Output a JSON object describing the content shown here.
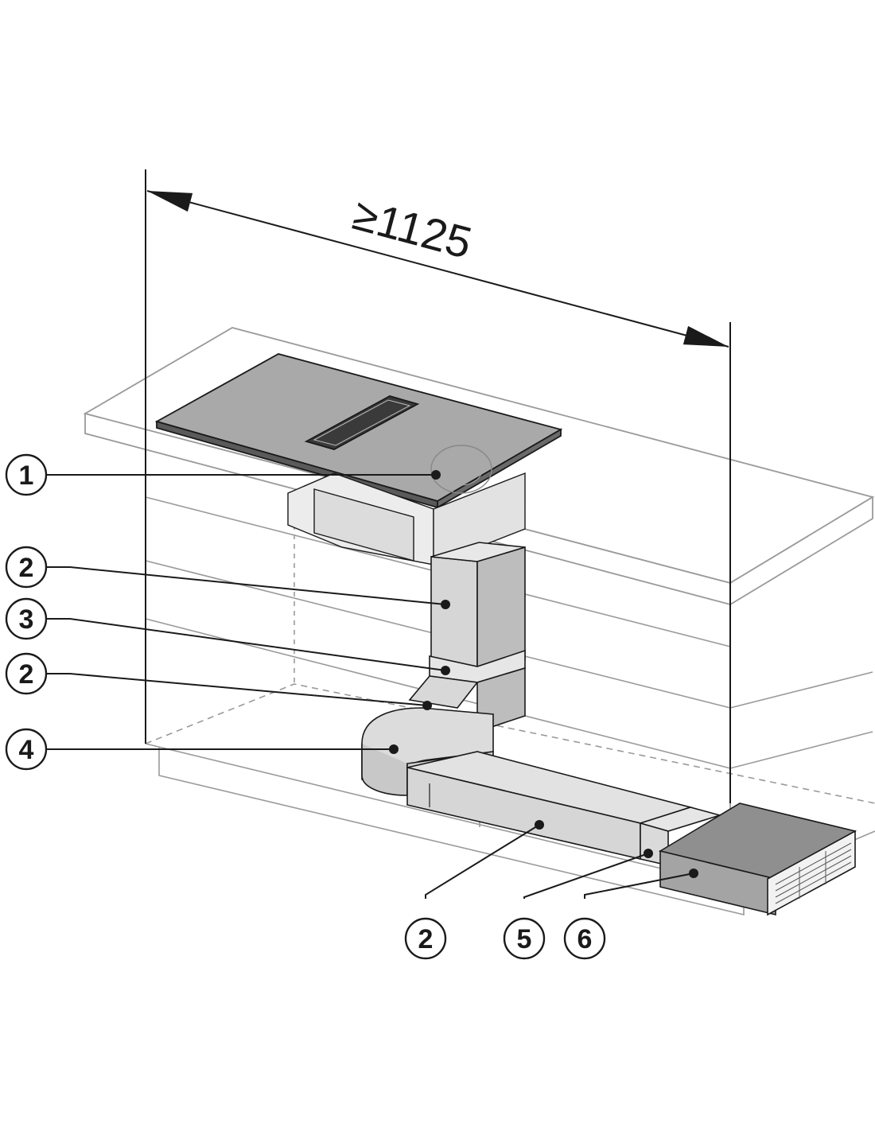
{
  "dimension": {
    "label": "≥1125"
  },
  "callouts": [
    {
      "id": "c1",
      "number": "1"
    },
    {
      "id": "c2a",
      "number": "2"
    },
    {
      "id": "c3",
      "number": "3"
    },
    {
      "id": "c2b",
      "number": "2"
    },
    {
      "id": "c4",
      "number": "4"
    },
    {
      "id": "c2c",
      "number": "2"
    },
    {
      "id": "c5",
      "number": "5"
    },
    {
      "id": "c6",
      "number": "6"
    }
  ],
  "colors": {
    "line": "#1a1a1a",
    "cabinet_line": "#9a9a9a",
    "cooktop": "#a9a9a9",
    "duct": "#d6d6d6",
    "duct_dark": "#bdbdbd",
    "box": "#a4a4a4"
  }
}
